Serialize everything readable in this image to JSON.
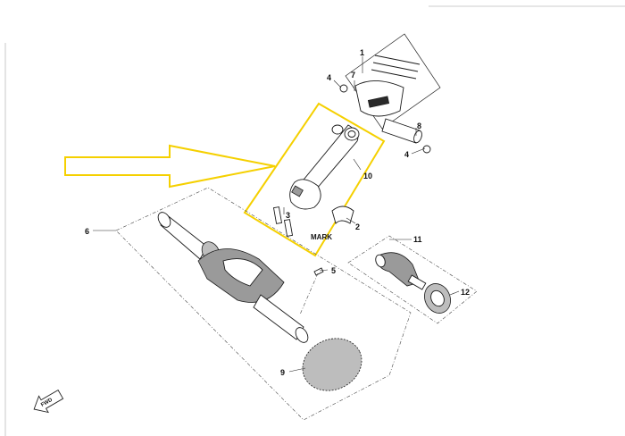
{
  "diagram": {
    "highlight_color": "#f5d000",
    "line_color": "#222222",
    "callouts": {
      "c1": "1",
      "c2": "2",
      "c3": "3",
      "c4a": "4",
      "c4b": "4",
      "c5": "5",
      "c6": "6",
      "c7": "7",
      "c8": "8",
      "c9": "9",
      "c10": "10",
      "c11": "11",
      "c12": "12"
    },
    "mark_label": "MARK",
    "fwd_label": "FWD",
    "icons": {
      "pointer": "yellow-arrow-icon",
      "direction": "fwd-arrow-icon"
    }
  }
}
